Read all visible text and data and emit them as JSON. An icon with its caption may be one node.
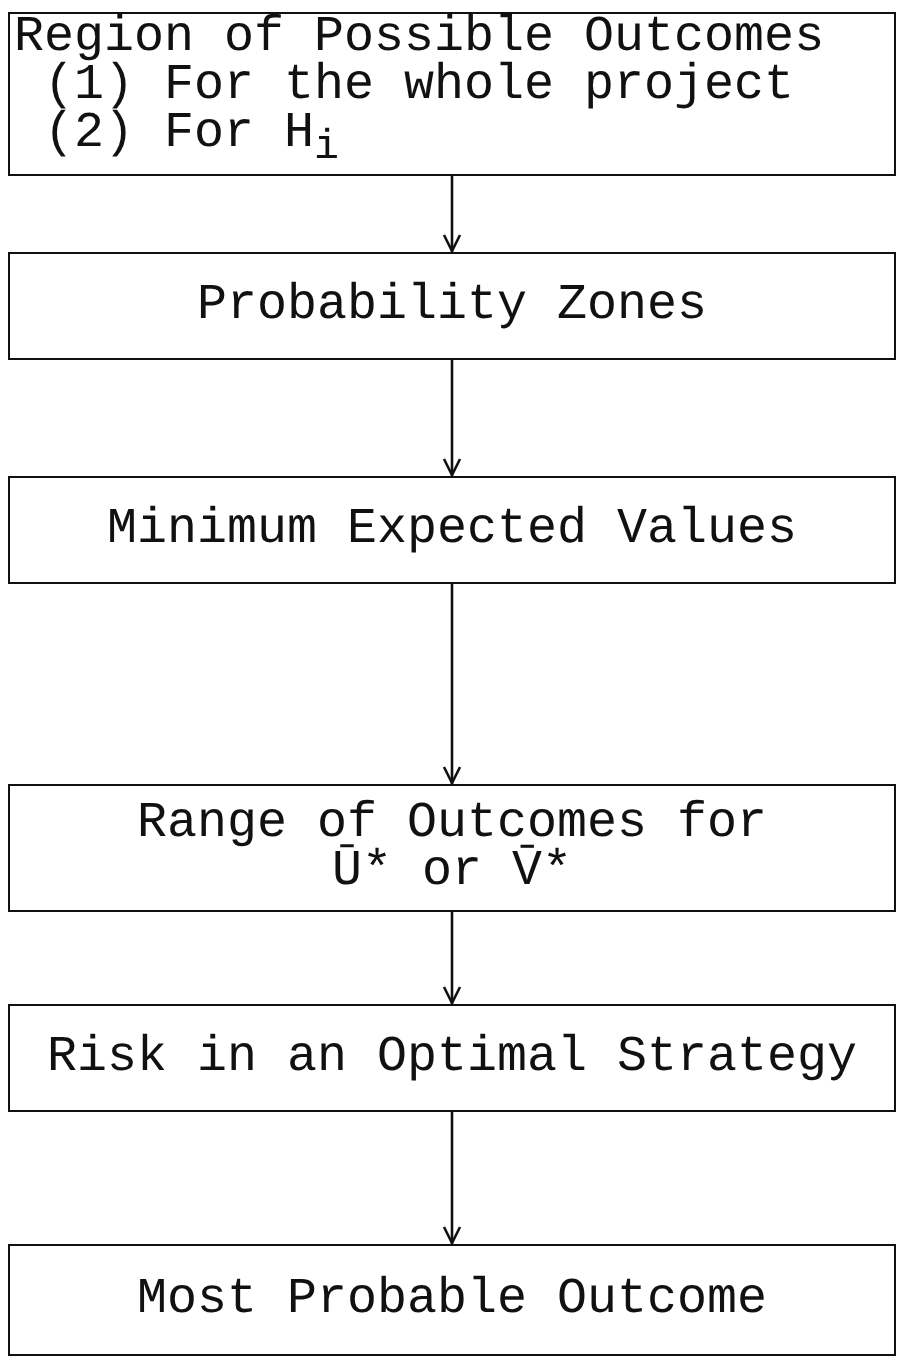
{
  "diagram": {
    "nodes": [
      {
        "text": [
          "Region of Possible Outcomes",
          "(1) For the whole project",
          "(2) For H$_{i}$"
        ]
      },
      {
        "text": [
          "Probability Zones"
        ]
      },
      {
        "text": [
          "Minimum Expected Values"
        ]
      },
      {
        "text": [
          "Range of Outcomes for Ū* or V̄*"
        ]
      },
      {
        "text": [
          "Risk in an Optimal Strategy"
        ]
      },
      {
        "text": [
          "Most Probable Outcome"
        ]
      }
    ],
    "edges": [
      {
        "from": 0,
        "to": 1,
        "arrow": "to"
      },
      {
        "from": 1,
        "to": 2,
        "arrow": "to"
      },
      {
        "from": 2,
        "to": 3,
        "arrow": "to"
      },
      {
        "from": 3,
        "to": 4,
        "arrow": "to"
      },
      {
        "from": 4,
        "to": 5,
        "arrow": "to"
      }
    ]
  }
}
